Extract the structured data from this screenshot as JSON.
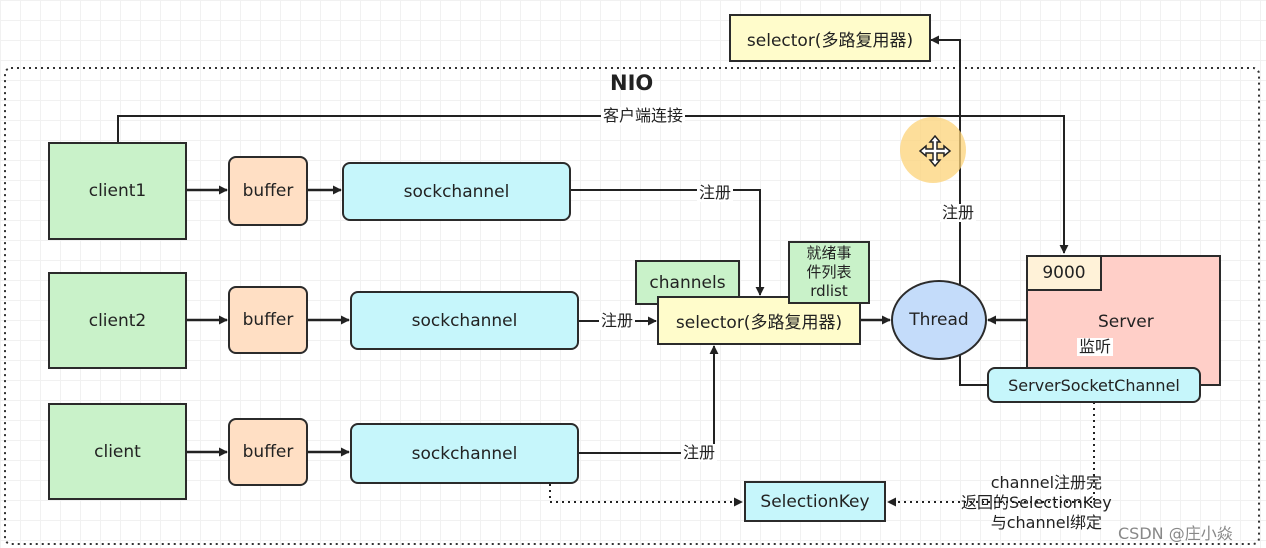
{
  "title": "NIO",
  "top_selector": "selector(多路复用器)",
  "clients": [
    {
      "client": "client1",
      "buffer": "buffer",
      "sockchannel": "sockchannel"
    },
    {
      "client": "client2",
      "buffer": "buffer",
      "sockchannel": "sockchannel"
    },
    {
      "client": "client",
      "buffer": "buffer",
      "sockchannel": "sockchannel"
    }
  ],
  "center": {
    "channels": "channels",
    "selector": "selector(多路复用器)",
    "rdlist": [
      "就绪事",
      "件列表",
      "rdlist"
    ],
    "thread": "Thread"
  },
  "server": {
    "label": "Server",
    "port": "9000",
    "channel": "ServerSocketChannel",
    "listen": "监听"
  },
  "selection_key": "SelectionKey",
  "edge_labels": {
    "client_connect": "客户端连接",
    "register": "注册"
  },
  "note": [
    "channel注册完",
    "返回的SelectionKey",
    "与channel绑定"
  ],
  "watermark": "CSDN @庄小焱",
  "icons": {
    "cursor": "move-cursor-icon"
  }
}
